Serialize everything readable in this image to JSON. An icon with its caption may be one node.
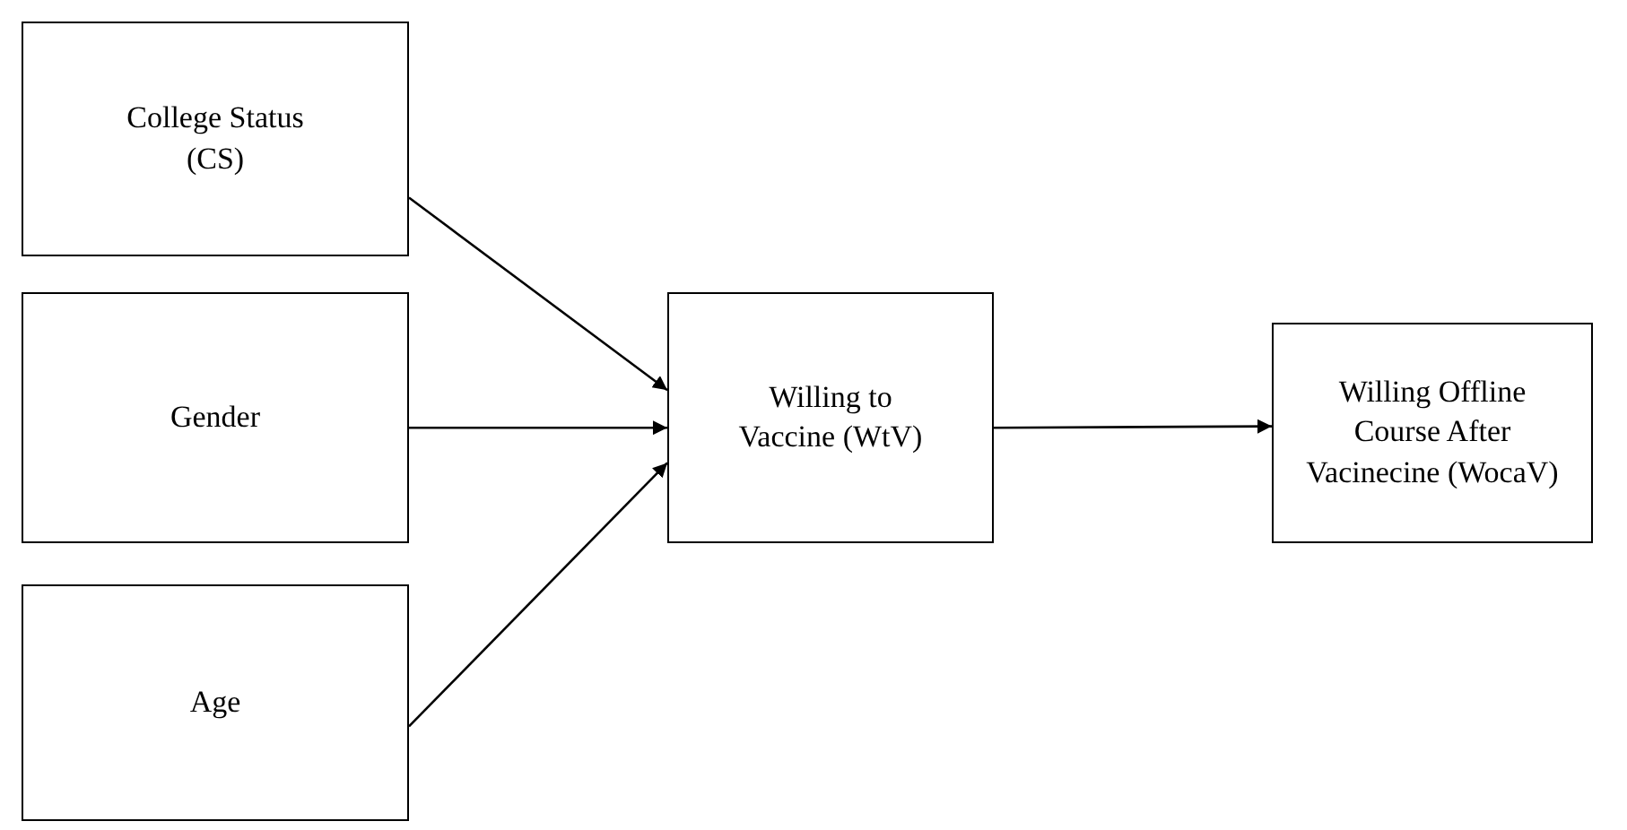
{
  "diagram": {
    "nodes": [
      {
        "text": [
          "College Status (CS)"
        ]
      },
      {
        "text": [
          "Gender"
        ]
      },
      {
        "text": [
          "Age"
        ]
      },
      {
        "text": [
          "Willing to Vaccine (WtV)"
        ]
      },
      {
        "text": [
          "Willing Offline Course After Vacinecine (WocaV)"
        ]
      }
    ],
    "edges": [
      {
        "from": 0,
        "to": 3,
        "arrow": "to"
      },
      {
        "from": 1,
        "to": 3,
        "arrow": "to"
      },
      {
        "from": 2,
        "to": 3,
        "arrow": "to"
      },
      {
        "from": 3,
        "to": 4,
        "arrow": "to"
      }
    ]
  }
}
